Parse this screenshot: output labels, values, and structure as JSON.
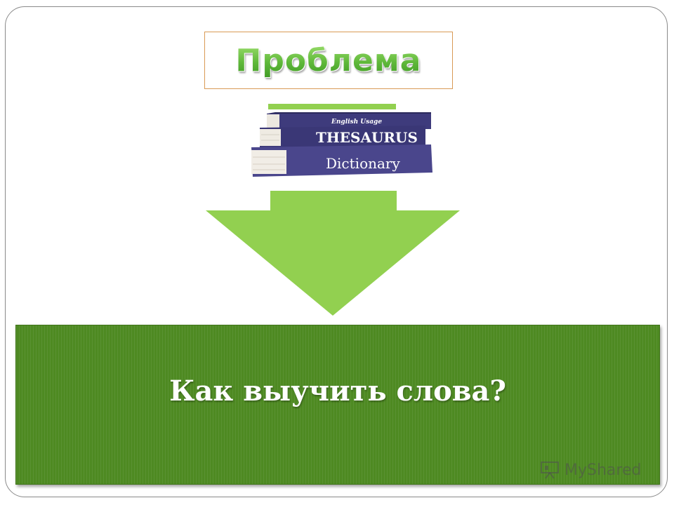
{
  "slide": {
    "title": "Проблема",
    "question": "Как выучить слова?"
  },
  "books": {
    "top_label": "English Usage",
    "middle_label": "THESAURUS",
    "bottom_label": "Dictionary"
  },
  "watermark": {
    "text": "MyShared"
  },
  "colors": {
    "title_green": "#6fc24a",
    "arrow_green": "#92d050",
    "panel_green": "#4e8a22",
    "book_navy": "#3e3b7c",
    "title_border": "#d99a55"
  }
}
